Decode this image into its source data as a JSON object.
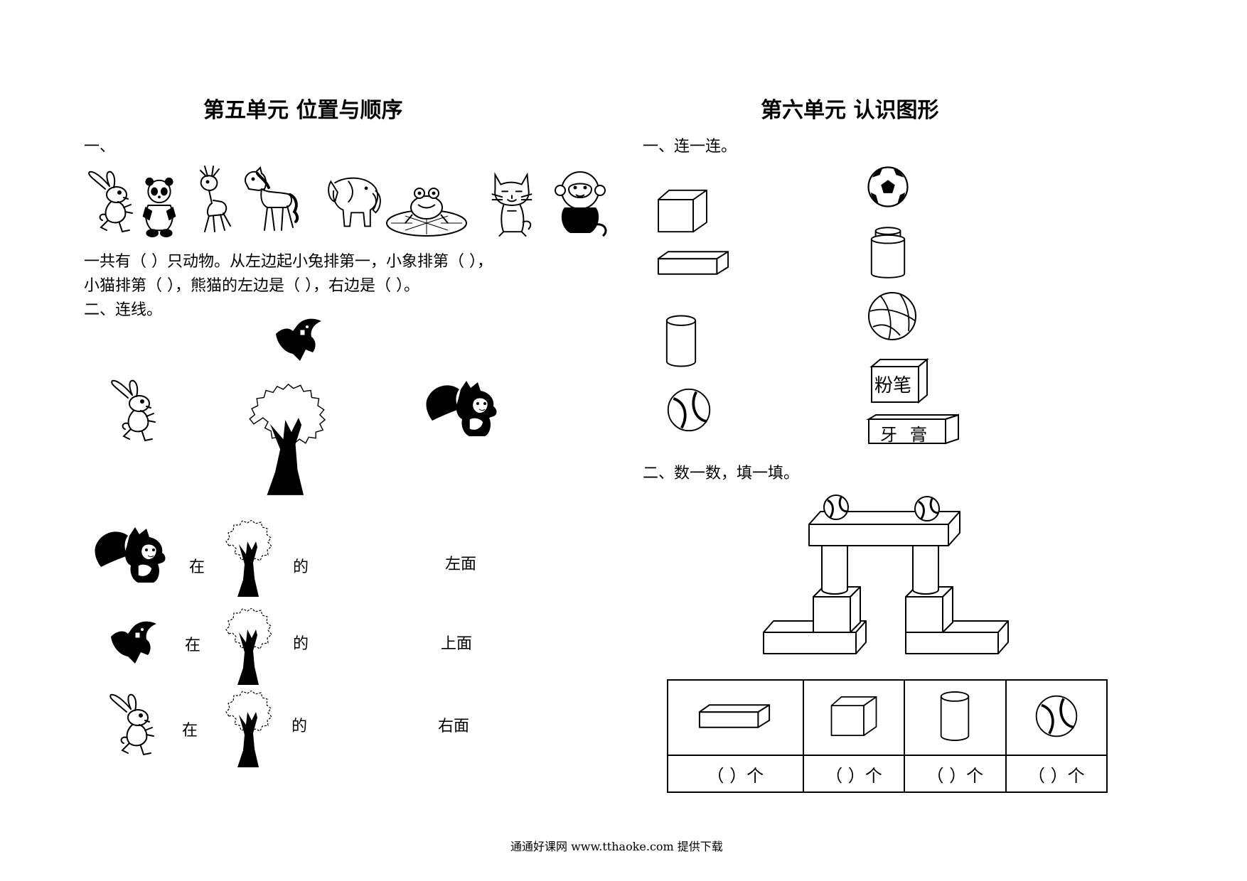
{
  "unit5": {
    "title": "第五单元   位置与顺序",
    "section1_label": "一、",
    "animals": [
      "rabbit",
      "panda",
      "deer",
      "horse",
      "elephant",
      "frog",
      "cat",
      "monkey"
    ],
    "fill_line1_a": "一共有（        ）只动物。从左边起小兔排第一，小象排第（        ），",
    "fill_line2_a": "小猫排第（          ），熊猫的左边是（          ），右边是（          ）。",
    "section2_label": "二、连线。",
    "rows": [
      {
        "animal": "squirrel",
        "zai": "在",
        "de": "的",
        "position": "左面"
      },
      {
        "animal": "bird",
        "zai": "在",
        "de": "的",
        "position": "上面"
      },
      {
        "animal": "rabbit",
        "zai": "在",
        "de": "的",
        "position": "右面"
      }
    ]
  },
  "unit6": {
    "title": "第六单元  认识图形",
    "section1_label": "一、连一连。",
    "left_shapes": [
      "cube",
      "cuboid",
      "cylinder",
      "sphere"
    ],
    "right_objects": [
      "soccer-ball",
      "jar",
      "basketball",
      "chalk-box",
      "toothpaste-box"
    ],
    "chalk_label": "粉笔",
    "toothpaste_label": "牙膏",
    "section2_label": "二、数一数，填一填。",
    "count_table": {
      "shapes": [
        "cuboid",
        "cube",
        "cylinder",
        "sphere"
      ],
      "blanks": [
        "（      ）个",
        "（      ）个",
        "（      ）个",
        "（      ）个"
      ]
    }
  },
  "footer": "通通好课网  www.tthaoke.com  提供下载"
}
